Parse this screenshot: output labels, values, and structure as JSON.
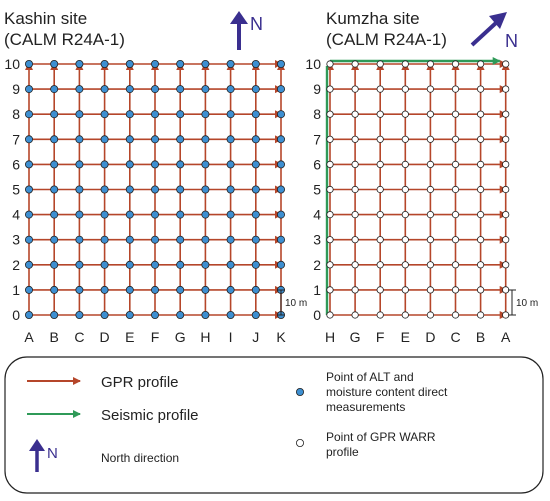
{
  "panels": [
    {
      "id": "kashin",
      "title_line1": "Kashin site",
      "title_line2": "(CALM R24A-1)",
      "north_label": "N",
      "column_labels": [
        "A",
        "B",
        "C",
        "D",
        "E",
        "F",
        "G",
        "H",
        "I",
        "J",
        "K"
      ],
      "row_labels": [
        "0",
        "1",
        "2",
        "3",
        "4",
        "5",
        "6",
        "7",
        "8",
        "9",
        "10"
      ],
      "scale_label": "10 m",
      "point_style": "filled-blue",
      "seismic_line": false
    },
    {
      "id": "kumzha",
      "title_line1": "Kumzha site",
      "title_line2": "(CALM R24A-1)",
      "north_label": "N",
      "column_labels": [
        "H",
        "G",
        "F",
        "E",
        "D",
        "C",
        "B",
        "A"
      ],
      "row_labels": [
        "0",
        "1",
        "2",
        "3",
        "4",
        "5",
        "6",
        "7",
        "8",
        "9",
        "10"
      ],
      "scale_label": "10 m",
      "point_style": "open-circle",
      "seismic_line": true
    }
  ],
  "legend": {
    "gpr_label": "GPR profile",
    "seismic_label": "Seismic profile",
    "north_icon_label": "N",
    "north_label": "North direction",
    "alt_point_line1": "Point of ALT and",
    "alt_point_line2": "moisture content direct",
    "alt_point_line3": "measurements",
    "warr_point_line1": "Point of GPR WARR",
    "warr_point_line2": "profile"
  },
  "colors": {
    "gpr": "#b5462a",
    "seismic": "#2f9a58",
    "north": "#3a2f8f",
    "point_fill": "#3d8fd1",
    "text": "#222222"
  }
}
